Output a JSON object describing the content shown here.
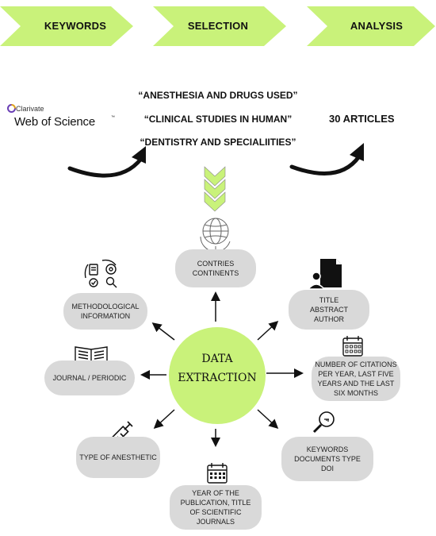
{
  "steps": {
    "keywords": "KEYWORDS",
    "selection": "SELECTION",
    "analysis": "ANALYSIS"
  },
  "logo": {
    "brand": "Clarivate",
    "product": "Web of Science",
    "trademark": "™"
  },
  "search_terms": [
    "“ANESTHESIA AND DRUGS USED”",
    "“CLINICAL STUDIES IN HUMAN”",
    "“DENTISTRY AND SPECIALIITIES”"
  ],
  "result": "30 ARTICLES",
  "center": {
    "line1": "DATA",
    "line2": "EXTRACTION"
  },
  "nodes": {
    "countries": [
      "CONTRIES",
      "CONTINENTS"
    ],
    "methodological": [
      "METHODOLOGICAL",
      "INFORMATION"
    ],
    "journal": [
      "JOURNAL / PERIODIC"
    ],
    "anesthetic": [
      "TYPE OF ANESTHETIC"
    ],
    "year": [
      "YEAR OF THE",
      "PUBLICATION, TITLE",
      "OF SCIENTIFIC",
      "JOURNALS"
    ],
    "keywords_doc": [
      "KEYWORDS",
      "DOCUMENTS TYPE",
      "DOI"
    ],
    "citations": [
      "NUMBER OF CITATIONS",
      "PER YEAR, LAST FIVE",
      "YEARS AND THE LAST",
      "SIX MONTHS"
    ],
    "title": [
      "TITLE",
      "ABSTRACT",
      "AUTHOR"
    ]
  },
  "colors": {
    "accent": "#c9f27a",
    "pill": "#d9d9d9"
  }
}
